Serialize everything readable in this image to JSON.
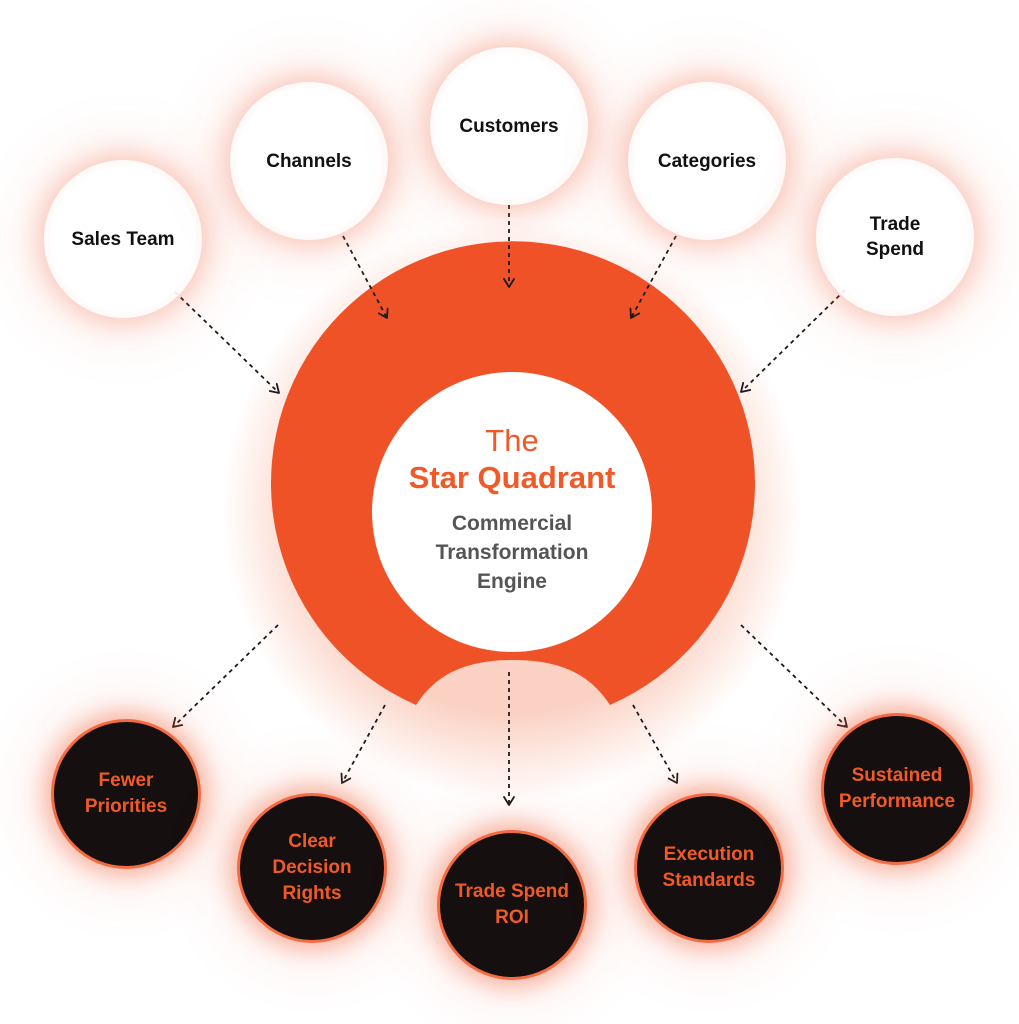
{
  "center": {
    "line1": "The",
    "line2": "Star Quadrant",
    "subtitle": "Commercial\nTransformation\nEngine"
  },
  "inputs": [
    {
      "label": "Sales Team"
    },
    {
      "label": "Channels"
    },
    {
      "label": "Customers"
    },
    {
      "label": "Categories"
    },
    {
      "label": "Trade\nSpend"
    }
  ],
  "outputs": [
    {
      "label": "Fewer\nPriorities"
    },
    {
      "label": "Clear\nDecision\nRights"
    },
    {
      "label": "Trade Spend\nROI"
    },
    {
      "label": "Execution\nStandards"
    },
    {
      "label": "Sustained\nPerformance"
    }
  ],
  "colors": {
    "accent": "#f05a28",
    "output_fill": "#160f0f",
    "input_fill": "#ffffff",
    "subtitle": "#555555"
  }
}
